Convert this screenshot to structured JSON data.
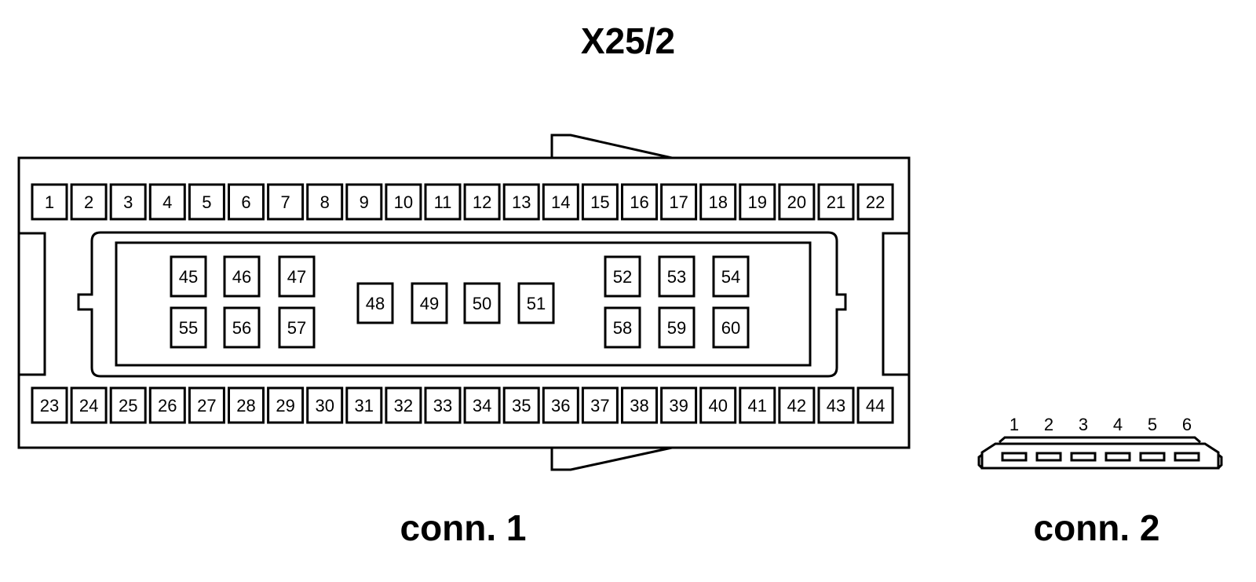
{
  "diagram": {
    "title": "X25/2",
    "connector1": {
      "caption": "conn. 1",
      "top_row": [
        "1",
        "2",
        "3",
        "4",
        "5",
        "6",
        "7",
        "8",
        "9",
        "10",
        "11",
        "12",
        "13",
        "14",
        "15",
        "16",
        "17",
        "18",
        "19",
        "20",
        "21",
        "22"
      ],
      "bottom_row": [
        "23",
        "24",
        "25",
        "26",
        "27",
        "28",
        "29",
        "30",
        "31",
        "32",
        "33",
        "34",
        "35",
        "36",
        "37",
        "38",
        "39",
        "40",
        "41",
        "42",
        "43",
        "44"
      ],
      "inner_left_top": [
        "45",
        "46",
        "47"
      ],
      "inner_left_bottom": [
        "55",
        "56",
        "57"
      ],
      "inner_middle": [
        "48",
        "49",
        "50",
        "51"
      ],
      "inner_right_top": [
        "52",
        "53",
        "54"
      ],
      "inner_right_bottom": [
        "58",
        "59",
        "60"
      ]
    },
    "connector2": {
      "caption": "conn. 2",
      "pins": [
        "1",
        "2",
        "3",
        "4",
        "5",
        "6"
      ]
    }
  }
}
